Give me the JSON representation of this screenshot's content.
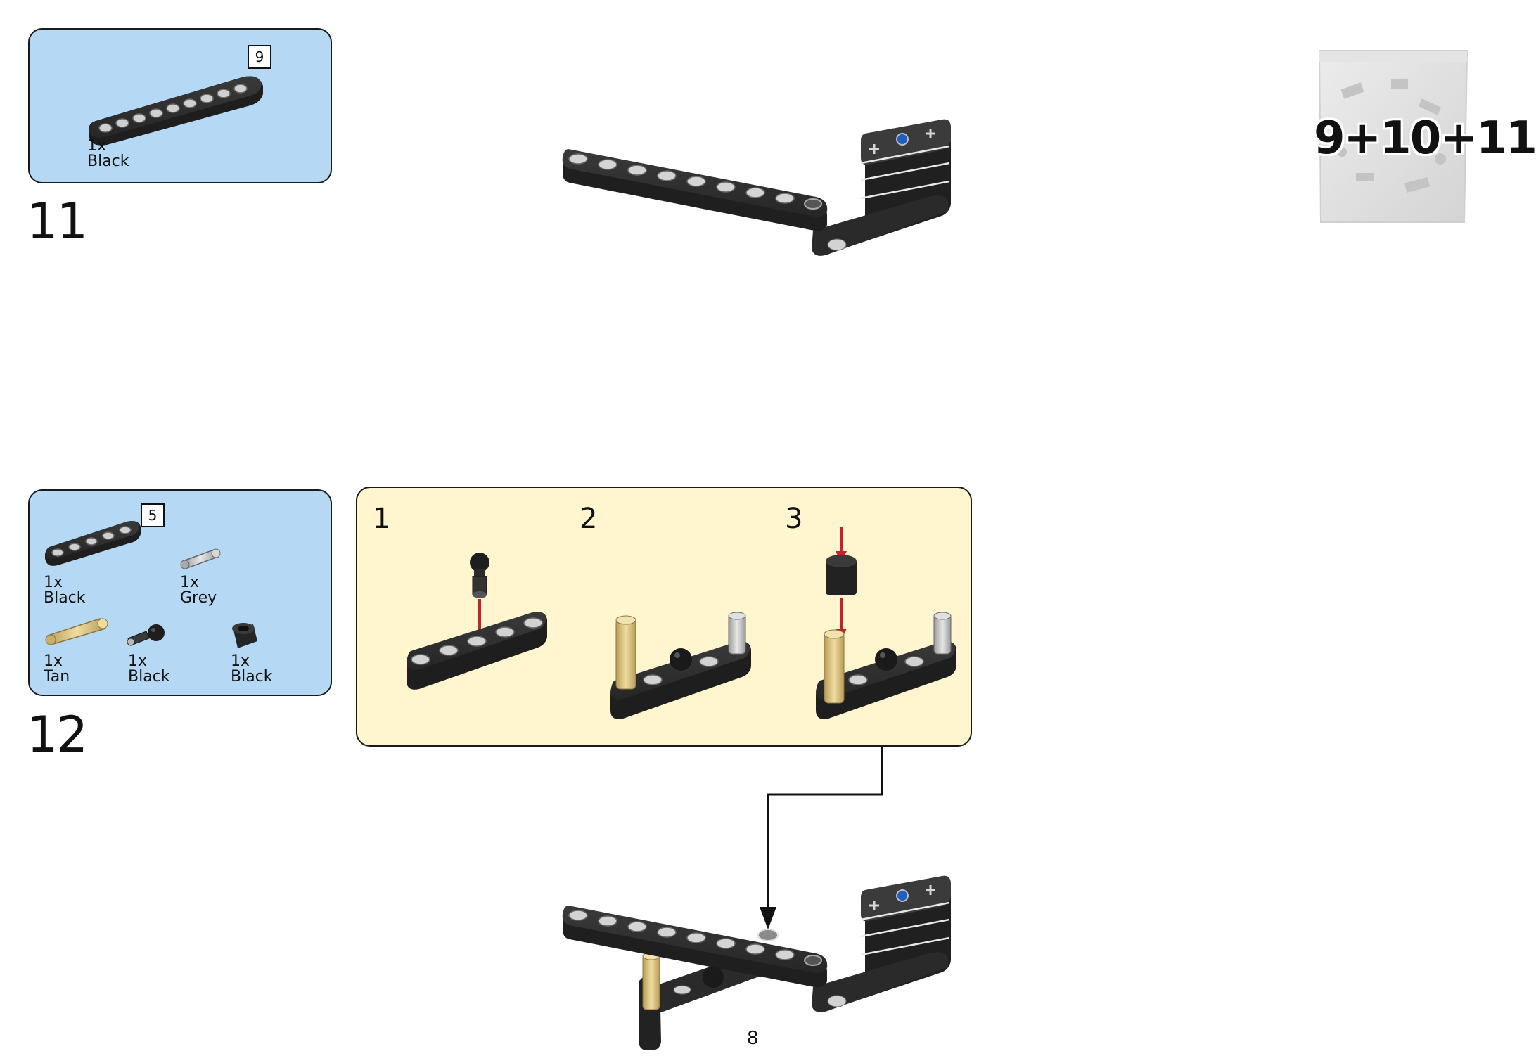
{
  "bag": {
    "label": "9+10+11",
    "icon": "parts-bag-icon"
  },
  "step11": {
    "number": "11",
    "parts": [
      {
        "qty": "1x",
        "color": "Black",
        "icon": "beam-9-icon",
        "length": "9"
      }
    ]
  },
  "step12": {
    "number": "12",
    "parts": [
      {
        "qty": "1x",
        "color": "Black",
        "icon": "beam-5-icon",
        "length": "5"
      },
      {
        "qty": "1x",
        "color": "Grey",
        "icon": "pin-axle-grey-icon"
      },
      {
        "qty": "1x",
        "color": "Tan",
        "icon": "pin-long-tan-icon"
      },
      {
        "qty": "1x",
        "color": "Black",
        "icon": "ball-pin-black-icon"
      },
      {
        "qty": "1x",
        "color": "Black",
        "icon": "ball-socket-black-icon"
      }
    ],
    "substeps": [
      {
        "number": "1"
      },
      {
        "number": "2"
      },
      {
        "number": "3"
      }
    ]
  },
  "page": {
    "number": "8"
  },
  "colors": {
    "parts_box": "#b5d9f5",
    "substep_box": "#fff5cf",
    "beam": "#2a2a2a",
    "arrow_red": "#c8202c",
    "tan": "#d8c080",
    "grey": "#b8b8b8"
  }
}
